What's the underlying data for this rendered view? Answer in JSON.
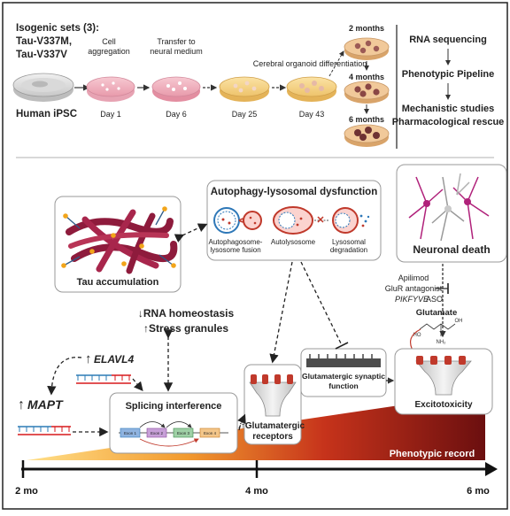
{
  "top": {
    "isogenic_title": "Isogenic sets (3):",
    "line1": "Tau-V337M,",
    "line2": "Tau-V337V",
    "human_ipsc": "Human iPSC",
    "step_cell_aggregation_1": "Cell",
    "step_cell_aggregation_2": "aggregation",
    "step_transfer_1": "Transfer to",
    "step_transfer_2": "neural medium",
    "step_organoid": "Cerebral organoid differentiation",
    "day1": "Day 1",
    "day6": "Day 6",
    "day25": "Day 25",
    "day43": "Day 43",
    "month2": "2 months",
    "month4": "4 months",
    "month6": "6 months",
    "rna_seq": "RNA sequencing",
    "phenotypic_pipeline": "Phenotypic Pipeline",
    "mechanistic": "Mechanistic studies",
    "pharmacological": "Pharmacological rescue"
  },
  "bottom": {
    "autophagy_title": "Autophagy-lysosomal dysfunction",
    "autophagosome_fusion_1": "Autophagosome-",
    "autophagosome_fusion_2": "lysosome fusion",
    "autolysosome": "Autolysosome",
    "lysosomal_1": "Lysosomal",
    "lysosomal_2": "degradation",
    "tau_accumulation": "Tau accumulation",
    "neuronal_death": "Neuronal death",
    "apilimod": "Apilimod",
    "glur": "GluR antagonist",
    "pikfyve": "PIKFYVE",
    "aso": " ASO",
    "glutamate": "Glutamate",
    "rna_homeostasis": "↓RNA homeostasis",
    "stress_granules": "↑Stress granules",
    "elavl4": "ELAVL4",
    "mapt": "MAPT",
    "up_arrow": "↑",
    "splicing": "Splicing interference",
    "exon1": "Exon 1",
    "exon2": "Exon 2",
    "exon3": "Exon 3",
    "exon4": "Exon 4",
    "glut_receptors_1": "↑Glutamatergic",
    "glut_receptors_2": "receptors",
    "glut_synaptic_1": "Glutamatergic synaptic",
    "glut_synaptic_2": "function",
    "excitotoxicity": "Excitotoxicity",
    "phenotypic_record": "Phenotypic record",
    "t_2mo": "2 mo",
    "t_4mo": "4 mo",
    "t_6mo": "6 mo"
  },
  "colors": {
    "tau_red": "#8e1b3c",
    "autophagy_red": "#c0392b",
    "lysosome_blue": "#2e78b8",
    "gradient_start": "#ffd27a",
    "gradient_mid": "#e35d1c",
    "gradient_end": "#6b0f0f",
    "neuron_magenta": "#b0217a",
    "mapt_blue": "#2c7bb6",
    "mapt_red": "#d7191c"
  }
}
